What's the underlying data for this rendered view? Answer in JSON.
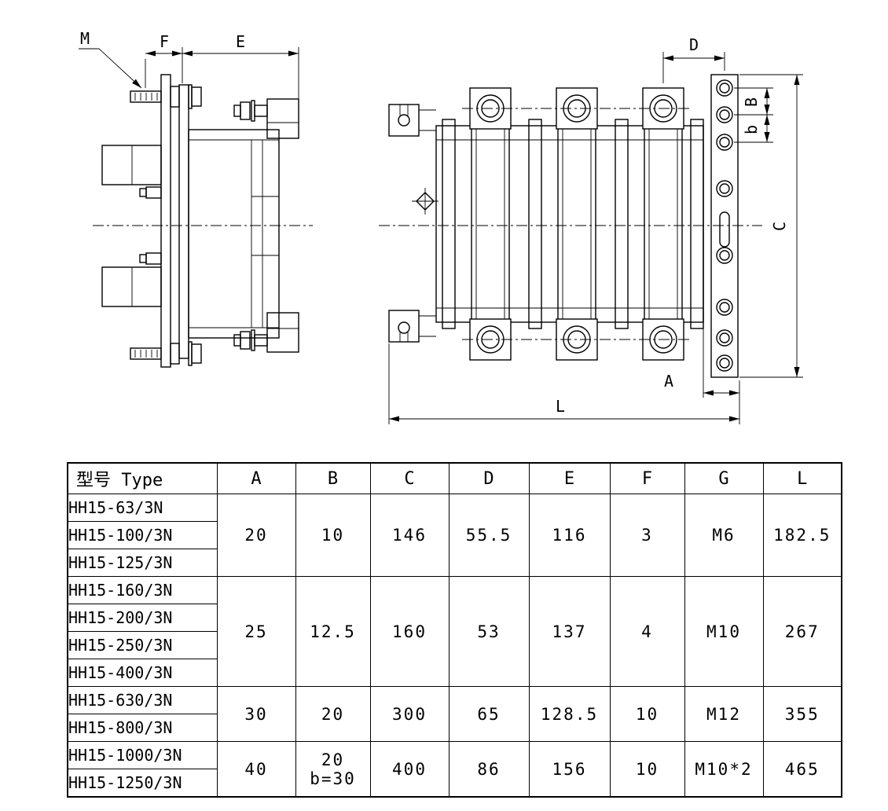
{
  "colors": {
    "ink": "#000000",
    "background": "#ffffff"
  },
  "drawing": {
    "side_view": {
      "labels": {
        "m": "M",
        "f": "F",
        "e": "E"
      }
    },
    "front_view": {
      "labels": {
        "d": "D",
        "b_upper": "B",
        "b_lower": "b",
        "c": "C",
        "a": "A",
        "l": "L"
      }
    }
  },
  "table": {
    "header": {
      "type": "型号 Type",
      "a": "A",
      "b": "B",
      "c": "C",
      "d": "D",
      "e": "E",
      "f": "F",
      "g": "G",
      "l": "L"
    },
    "groups": [
      {
        "models": [
          "HH15-63/3N",
          "HH15-100/3N",
          "HH15-125/3N"
        ],
        "a": "20",
        "b": "10",
        "c": "146",
        "d": "55.5",
        "e": "116",
        "f": "3",
        "g": "M6",
        "l": "182.5"
      },
      {
        "models": [
          "HH15-160/3N",
          "HH15-200/3N",
          "HH15-250/3N",
          "HH15-400/3N"
        ],
        "a": "25",
        "b": "12.5",
        "c": "160",
        "d": "53",
        "e": "137",
        "f": "4",
        "g": "M10",
        "l": "267"
      },
      {
        "models": [
          "HH15-630/3N",
          "HH15-800/3N"
        ],
        "a": "30",
        "b": "20",
        "c": "300",
        "d": "65",
        "e": "128.5",
        "f": "10",
        "g": "M12",
        "l": "355"
      },
      {
        "models": [
          "HH15-1000/3N",
          "HH15-1250/3N"
        ],
        "a": "40",
        "b": "20",
        "b_note": "b=30",
        "c": "400",
        "d": "86",
        "e": "156",
        "f": "10",
        "g": "M10*2",
        "l": "465"
      }
    ]
  }
}
